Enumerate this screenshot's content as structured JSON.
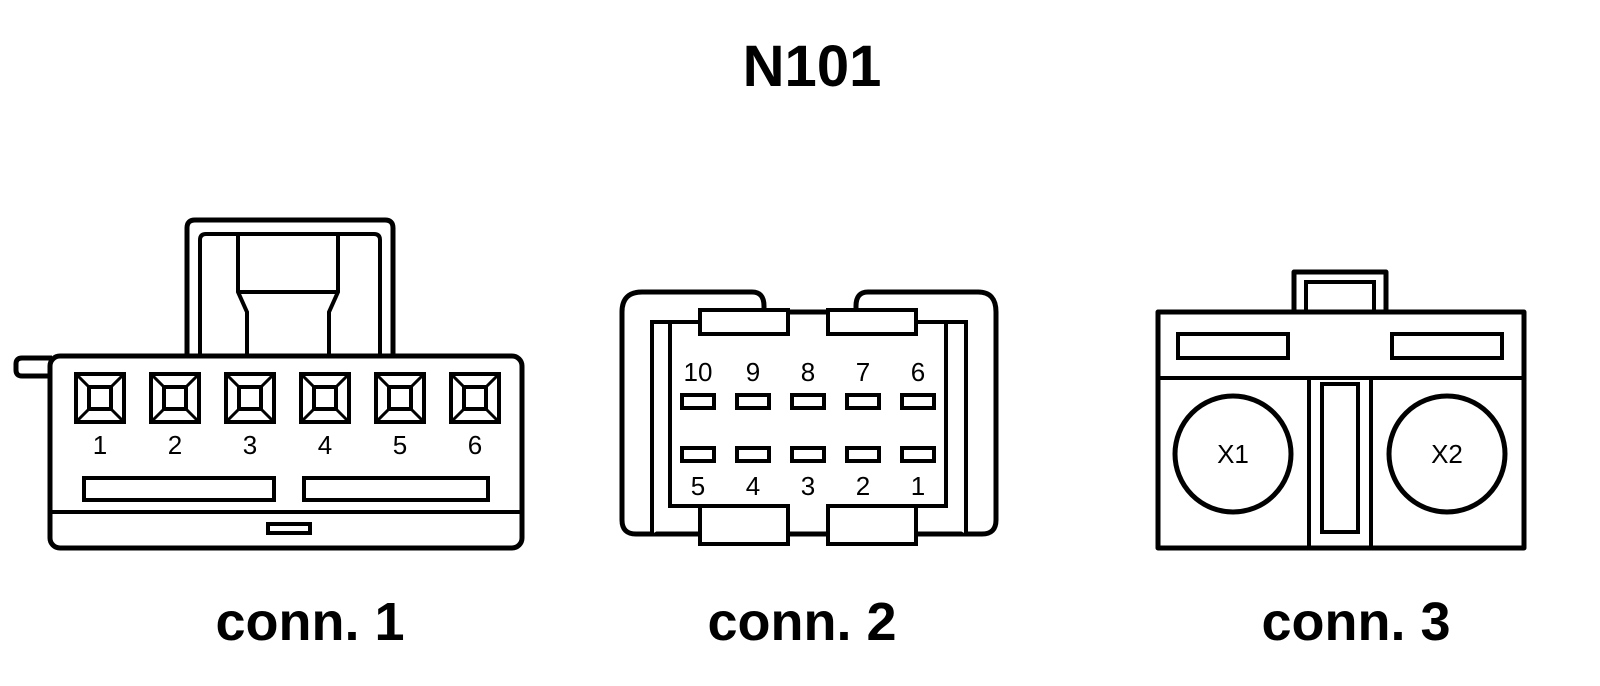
{
  "title": "N101",
  "connectors": [
    {
      "label": "conn. 1",
      "pins": [
        "1",
        "2",
        "3",
        "4",
        "5",
        "6"
      ]
    },
    {
      "label": "conn. 2",
      "pins_top": [
        "10",
        "9",
        "8",
        "7",
        "6"
      ],
      "pins_bottom": [
        "5",
        "4",
        "3",
        "2",
        "1"
      ]
    },
    {
      "label": "conn. 3",
      "terminals": [
        "X1",
        "X2"
      ]
    }
  ],
  "colors": {
    "line": "#000000",
    "background": "#ffffff"
  }
}
